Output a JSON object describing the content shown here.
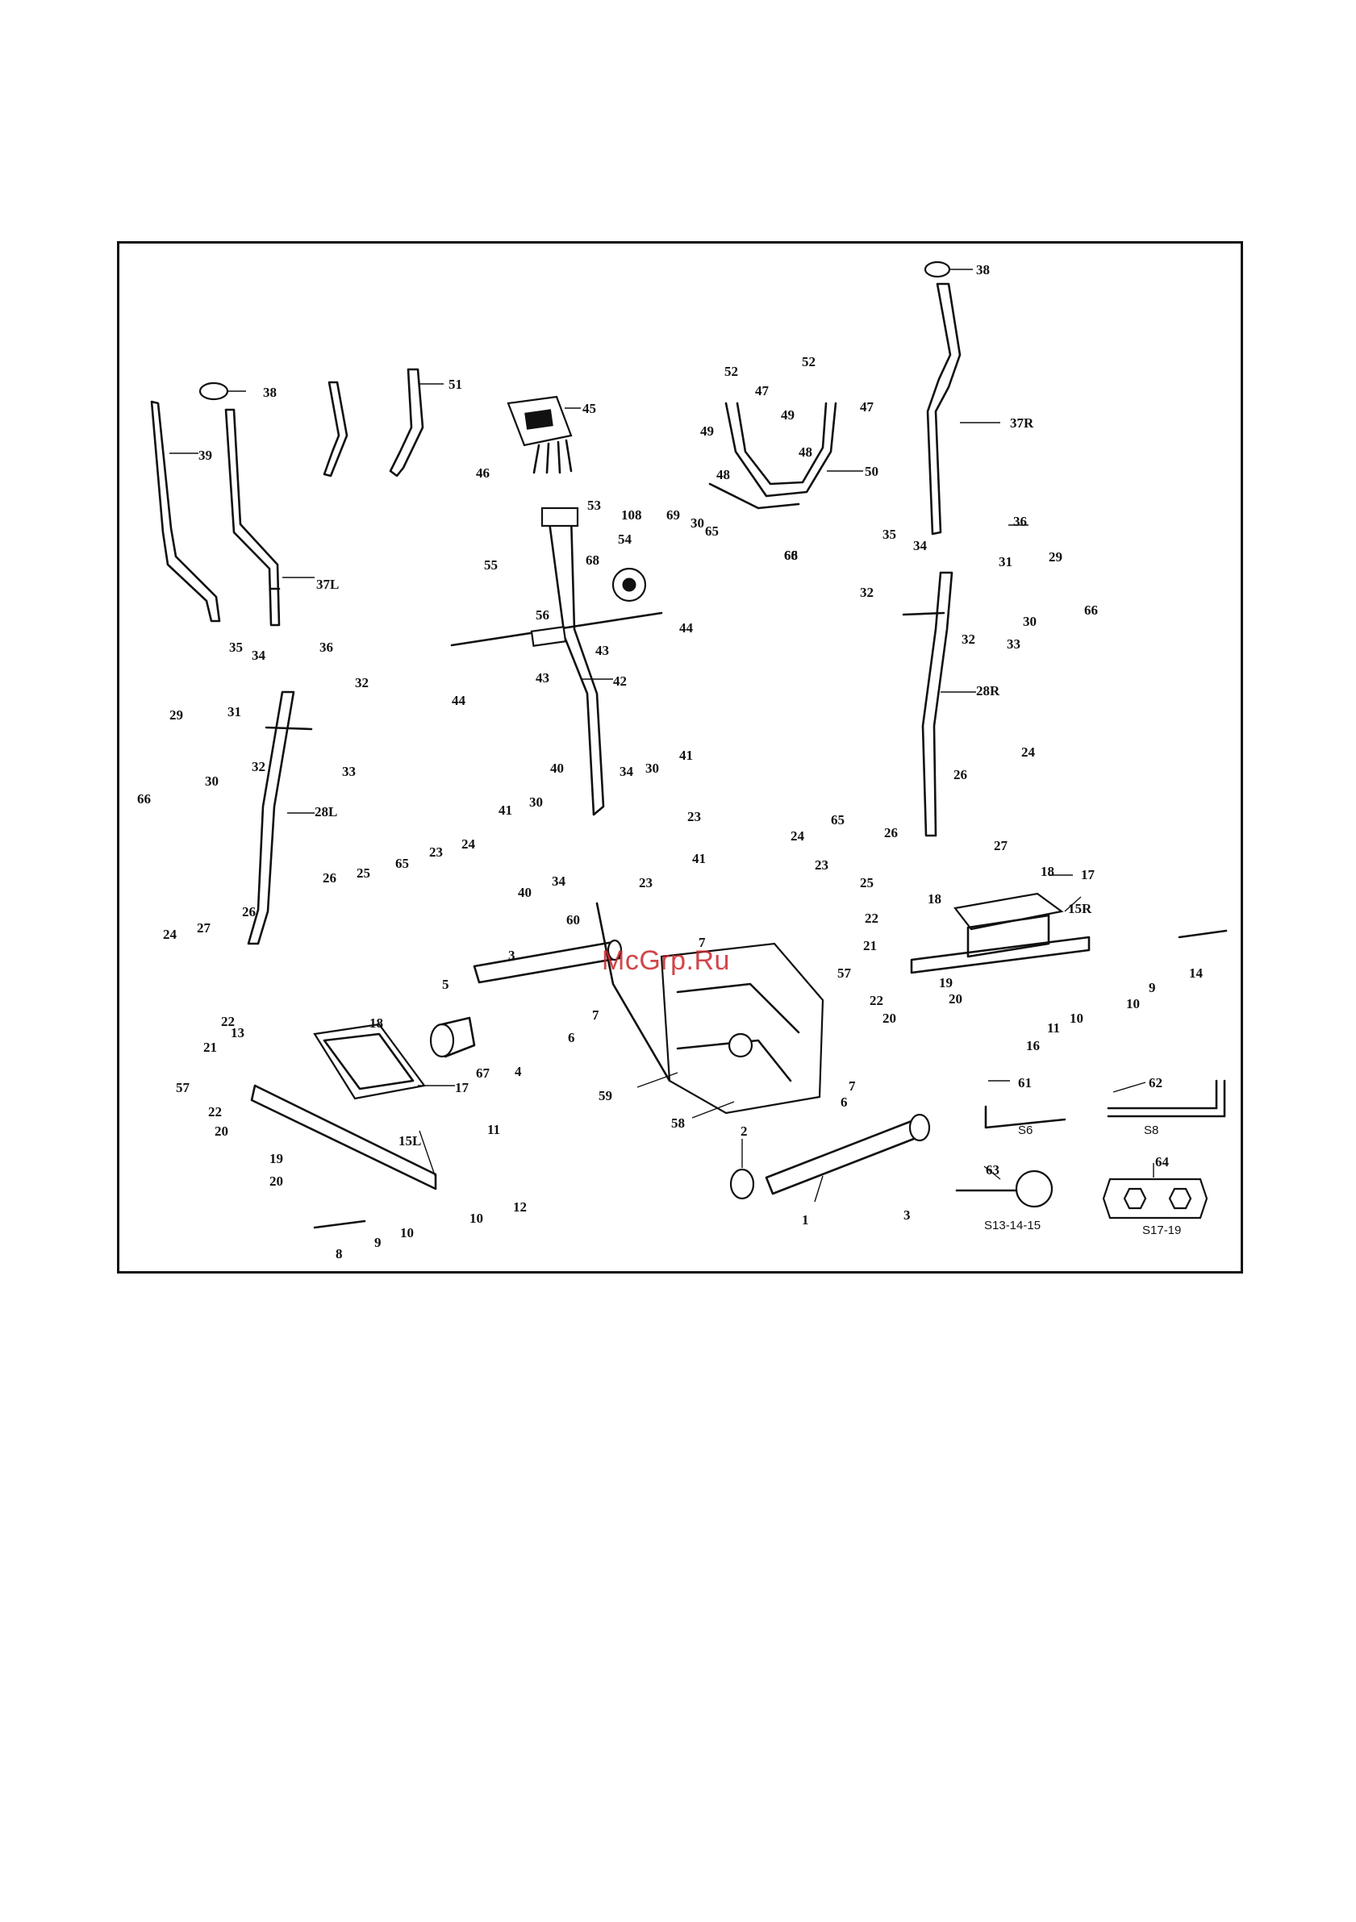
{
  "watermark": "McGrp.Ru",
  "callouts": [
    {
      "id": "c1",
      "text": "1"
    },
    {
      "id": "c2",
      "text": "2"
    },
    {
      "id": "c3a",
      "text": "3"
    },
    {
      "id": "c3b",
      "text": "3"
    },
    {
      "id": "c4",
      "text": "4"
    },
    {
      "id": "c5",
      "text": "5"
    },
    {
      "id": "c6a",
      "text": "6"
    },
    {
      "id": "c6b",
      "text": "6"
    },
    {
      "id": "c7a",
      "text": "7"
    },
    {
      "id": "c7b",
      "text": "7"
    },
    {
      "id": "c7c",
      "text": "7"
    },
    {
      "id": "c8",
      "text": "8"
    },
    {
      "id": "c9a",
      "text": "9"
    },
    {
      "id": "c9b",
      "text": "9"
    },
    {
      "id": "c10a",
      "text": "10"
    },
    {
      "id": "c10b",
      "text": "10"
    },
    {
      "id": "c10c",
      "text": "10"
    },
    {
      "id": "c10d",
      "text": "10"
    },
    {
      "id": "c11a",
      "text": "11"
    },
    {
      "id": "c11b",
      "text": "11"
    },
    {
      "id": "c12",
      "text": "12"
    },
    {
      "id": "c13",
      "text": "13"
    },
    {
      "id": "c14",
      "text": "14"
    },
    {
      "id": "c15L",
      "text": "15L"
    },
    {
      "id": "c15R",
      "text": "15R"
    },
    {
      "id": "c16",
      "text": "16"
    },
    {
      "id": "c17a",
      "text": "17"
    },
    {
      "id": "c17b",
      "text": "17"
    },
    {
      "id": "c18a",
      "text": "18"
    },
    {
      "id": "c18b",
      "text": "18"
    },
    {
      "id": "c18c",
      "text": "18"
    },
    {
      "id": "c19a",
      "text": "19"
    },
    {
      "id": "c19b",
      "text": "19"
    },
    {
      "id": "c20a",
      "text": "20"
    },
    {
      "id": "c20b",
      "text": "20"
    },
    {
      "id": "c20c",
      "text": "20"
    },
    {
      "id": "c20d",
      "text": "20"
    },
    {
      "id": "c21a",
      "text": "21"
    },
    {
      "id": "c21b",
      "text": "21"
    },
    {
      "id": "c22a",
      "text": "22"
    },
    {
      "id": "c22b",
      "text": "22"
    },
    {
      "id": "c22c",
      "text": "22"
    },
    {
      "id": "c22d",
      "text": "22"
    },
    {
      "id": "c23a",
      "text": "23"
    },
    {
      "id": "c23b",
      "text": "23"
    },
    {
      "id": "c23c",
      "text": "23"
    },
    {
      "id": "c23d",
      "text": "23"
    },
    {
      "id": "c24a",
      "text": "24"
    },
    {
      "id": "c24b",
      "text": "24"
    },
    {
      "id": "c24c",
      "text": "24"
    },
    {
      "id": "c24d",
      "text": "24"
    },
    {
      "id": "c25a",
      "text": "25"
    },
    {
      "id": "c25b",
      "text": "25"
    },
    {
      "id": "c26a",
      "text": "26"
    },
    {
      "id": "c26b",
      "text": "26"
    },
    {
      "id": "c26c",
      "text": "26"
    },
    {
      "id": "c26d",
      "text": "26"
    },
    {
      "id": "c27a",
      "text": "27"
    },
    {
      "id": "c27b",
      "text": "27"
    },
    {
      "id": "c28L",
      "text": "28L"
    },
    {
      "id": "c28R",
      "text": "28R"
    },
    {
      "id": "c29a",
      "text": "29"
    },
    {
      "id": "c29b",
      "text": "29"
    },
    {
      "id": "c30a",
      "text": "30"
    },
    {
      "id": "c30b",
      "text": "30"
    },
    {
      "id": "c30c",
      "text": "30"
    },
    {
      "id": "c30d",
      "text": "30"
    },
    {
      "id": "c30e",
      "text": "30"
    },
    {
      "id": "c31a",
      "text": "31"
    },
    {
      "id": "c31b",
      "text": "31"
    },
    {
      "id": "c32a",
      "text": "32"
    },
    {
      "id": "c32b",
      "text": "32"
    },
    {
      "id": "c32c",
      "text": "32"
    },
    {
      "id": "c32d",
      "text": "32"
    },
    {
      "id": "c33a",
      "text": "33"
    },
    {
      "id": "c33b",
      "text": "33"
    },
    {
      "id": "c34a",
      "text": "34"
    },
    {
      "id": "c34b",
      "text": "34"
    },
    {
      "id": "c34c",
      "text": "34"
    },
    {
      "id": "c34d",
      "text": "34"
    },
    {
      "id": "c35a",
      "text": "35"
    },
    {
      "id": "c35b",
      "text": "35"
    },
    {
      "id": "c36a",
      "text": "36"
    },
    {
      "id": "c36b",
      "text": "36"
    },
    {
      "id": "c37L",
      "text": "37L"
    },
    {
      "id": "c37R",
      "text": "37R"
    },
    {
      "id": "c38a",
      "text": "38"
    },
    {
      "id": "c38b",
      "text": "38"
    },
    {
      "id": "c39",
      "text": "39"
    },
    {
      "id": "c40a",
      "text": "40"
    },
    {
      "id": "c40b",
      "text": "40"
    },
    {
      "id": "c41a",
      "text": "41"
    },
    {
      "id": "c41b",
      "text": "41"
    },
    {
      "id": "c41c",
      "text": "41"
    },
    {
      "id": "c42",
      "text": "42"
    },
    {
      "id": "c43a",
      "text": "43"
    },
    {
      "id": "c43b",
      "text": "43"
    },
    {
      "id": "c44a",
      "text": "44"
    },
    {
      "id": "c44b",
      "text": "44"
    },
    {
      "id": "c45",
      "text": "45"
    },
    {
      "id": "c46",
      "text": "46"
    },
    {
      "id": "c47a",
      "text": "47"
    },
    {
      "id": "c47b",
      "text": "47"
    },
    {
      "id": "c48a",
      "text": "48"
    },
    {
      "id": "c48b",
      "text": "48"
    },
    {
      "id": "c49a",
      "text": "49"
    },
    {
      "id": "c49b",
      "text": "49"
    },
    {
      "id": "c50",
      "text": "50"
    },
    {
      "id": "c51",
      "text": "51"
    },
    {
      "id": "c52a",
      "text": "52"
    },
    {
      "id": "c52b",
      "text": "52"
    },
    {
      "id": "c53",
      "text": "53"
    },
    {
      "id": "c54",
      "text": "54"
    },
    {
      "id": "c55",
      "text": "55"
    },
    {
      "id": "c56",
      "text": "56"
    },
    {
      "id": "c57a",
      "text": "57"
    },
    {
      "id": "c57b",
      "text": "57"
    },
    {
      "id": "c58",
      "text": "58"
    },
    {
      "id": "c59",
      "text": "59"
    },
    {
      "id": "c60",
      "text": "60"
    },
    {
      "id": "c61",
      "text": "61"
    },
    {
      "id": "c62",
      "text": "62"
    },
    {
      "id": "c63",
      "text": "63"
    },
    {
      "id": "c64",
      "text": "64"
    },
    {
      "id": "c65a",
      "text": "65"
    },
    {
      "id": "c65b",
      "text": "65"
    },
    {
      "id": "c65c",
      "text": "65"
    },
    {
      "id": "c66a",
      "text": "66"
    },
    {
      "id": "c66b",
      "text": "66"
    },
    {
      "id": "c66c",
      "text": "66"
    },
    {
      "id": "c67",
      "text": "67"
    },
    {
      "id": "c68a",
      "text": "68"
    },
    {
      "id": "c68b",
      "text": "68"
    },
    {
      "id": "c69",
      "text": "69"
    },
    {
      "id": "c108",
      "text": "108"
    }
  ],
  "tools": {
    "s6": "S6",
    "s8": "S8",
    "s13": "S13-14-15",
    "s17": "S17-19"
  }
}
